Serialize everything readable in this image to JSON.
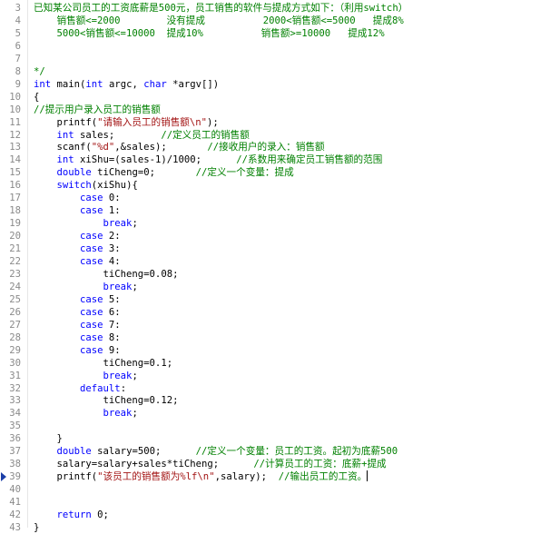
{
  "editor": {
    "colors": {
      "keyword": "#0000ff",
      "comment": "#008000",
      "string": "#a31515",
      "text": "#000000",
      "line_number": "#8a8a8a",
      "breakpoint_marker": "#1c3fa8"
    },
    "current_line": 39,
    "lines": [
      {
        "n": "3",
        "segs": [
          {
            "t": "cm",
            "v": "已知某公司员工的工资底薪是500元，员工销售的软件与提成方式如下：（利用switch）"
          }
        ]
      },
      {
        "n": "4",
        "segs": [
          {
            "t": "cm",
            "v": "    销售额<=2000        没有提成          2000<销售额<=5000   提成8%"
          }
        ]
      },
      {
        "n": "5",
        "segs": [
          {
            "t": "cm",
            "v": "    5000<销售额<=10000  提成10%          销售额>=10000   提成12%"
          }
        ]
      },
      {
        "n": "6",
        "segs": []
      },
      {
        "n": "7",
        "segs": []
      },
      {
        "n": "8",
        "segs": [
          {
            "t": "cm",
            "v": "*/"
          }
        ]
      },
      {
        "n": "9",
        "segs": [
          {
            "t": "kw",
            "v": "int"
          },
          {
            "t": "txt",
            "v": " main("
          },
          {
            "t": "kw",
            "v": "int"
          },
          {
            "t": "txt",
            "v": " argc, "
          },
          {
            "t": "kw",
            "v": "char"
          },
          {
            "t": "txt",
            "v": " *argv[])"
          }
        ]
      },
      {
        "n": "10",
        "segs": [
          {
            "t": "txt",
            "v": "{"
          }
        ]
      },
      {
        "n": "10",
        "segs": [
          {
            "t": "cm",
            "v": "//提示用户录入员工的销售额"
          }
        ]
      },
      {
        "n": "11",
        "segs": [
          {
            "t": "txt",
            "v": "    printf("
          },
          {
            "t": "str",
            "v": "\"请输入员工的销售额\\n\""
          },
          {
            "t": "txt",
            "v": ");"
          }
        ]
      },
      {
        "n": "12",
        "segs": [
          {
            "t": "txt",
            "v": "    "
          },
          {
            "t": "kw",
            "v": "int"
          },
          {
            "t": "txt",
            "v": " sales;        "
          },
          {
            "t": "cm",
            "v": "//定义员工的销售额"
          }
        ]
      },
      {
        "n": "13",
        "segs": [
          {
            "t": "txt",
            "v": "    scanf("
          },
          {
            "t": "str",
            "v": "\"%d\""
          },
          {
            "t": "txt",
            "v": ",&sales);       "
          },
          {
            "t": "cm",
            "v": "//接收用户的录入：销售额"
          }
        ]
      },
      {
        "n": "14",
        "segs": [
          {
            "t": "txt",
            "v": "    "
          },
          {
            "t": "kw",
            "v": "int"
          },
          {
            "t": "txt",
            "v": " xiShu=(sales-1)/1000;      "
          },
          {
            "t": "cm",
            "v": "//系数用来确定员工销售额的范围"
          }
        ]
      },
      {
        "n": "15",
        "segs": [
          {
            "t": "txt",
            "v": "    "
          },
          {
            "t": "kw",
            "v": "double"
          },
          {
            "t": "txt",
            "v": " tiCheng=0;       "
          },
          {
            "t": "cm",
            "v": "//定义一个变量：提成"
          }
        ]
      },
      {
        "n": "16",
        "segs": [
          {
            "t": "txt",
            "v": "    "
          },
          {
            "t": "kw",
            "v": "switch"
          },
          {
            "t": "txt",
            "v": "(xiShu){"
          }
        ]
      },
      {
        "n": "17",
        "segs": [
          {
            "t": "txt",
            "v": "        "
          },
          {
            "t": "kw",
            "v": "case"
          },
          {
            "t": "txt",
            "v": " 0:"
          }
        ]
      },
      {
        "n": "18",
        "segs": [
          {
            "t": "txt",
            "v": "        "
          },
          {
            "t": "kw",
            "v": "case"
          },
          {
            "t": "txt",
            "v": " 1:"
          }
        ]
      },
      {
        "n": "19",
        "segs": [
          {
            "t": "txt",
            "v": "            "
          },
          {
            "t": "kw",
            "v": "break"
          },
          {
            "t": "txt",
            "v": ";"
          }
        ]
      },
      {
        "n": "20",
        "segs": [
          {
            "t": "txt",
            "v": "        "
          },
          {
            "t": "kw",
            "v": "case"
          },
          {
            "t": "txt",
            "v": " 2:"
          }
        ]
      },
      {
        "n": "21",
        "segs": [
          {
            "t": "txt",
            "v": "        "
          },
          {
            "t": "kw",
            "v": "case"
          },
          {
            "t": "txt",
            "v": " 3:"
          }
        ]
      },
      {
        "n": "22",
        "segs": [
          {
            "t": "txt",
            "v": "        "
          },
          {
            "t": "kw",
            "v": "case"
          },
          {
            "t": "txt",
            "v": " 4:"
          }
        ]
      },
      {
        "n": "23",
        "segs": [
          {
            "t": "txt",
            "v": "            tiCheng=0.08;"
          }
        ]
      },
      {
        "n": "24",
        "segs": [
          {
            "t": "txt",
            "v": "            "
          },
          {
            "t": "kw",
            "v": "break"
          },
          {
            "t": "txt",
            "v": ";"
          }
        ]
      },
      {
        "n": "25",
        "segs": [
          {
            "t": "txt",
            "v": "        "
          },
          {
            "t": "kw",
            "v": "case"
          },
          {
            "t": "txt",
            "v": " 5:"
          }
        ]
      },
      {
        "n": "26",
        "segs": [
          {
            "t": "txt",
            "v": "        "
          },
          {
            "t": "kw",
            "v": "case"
          },
          {
            "t": "txt",
            "v": " 6:"
          }
        ]
      },
      {
        "n": "27",
        "segs": [
          {
            "t": "txt",
            "v": "        "
          },
          {
            "t": "kw",
            "v": "case"
          },
          {
            "t": "txt",
            "v": " 7:"
          }
        ]
      },
      {
        "n": "28",
        "segs": [
          {
            "t": "txt",
            "v": "        "
          },
          {
            "t": "kw",
            "v": "case"
          },
          {
            "t": "txt",
            "v": " 8:"
          }
        ]
      },
      {
        "n": "29",
        "segs": [
          {
            "t": "txt",
            "v": "        "
          },
          {
            "t": "kw",
            "v": "case"
          },
          {
            "t": "txt",
            "v": " 9:"
          }
        ]
      },
      {
        "n": "30",
        "segs": [
          {
            "t": "txt",
            "v": "            tiCheng=0.1;"
          }
        ]
      },
      {
        "n": "31",
        "segs": [
          {
            "t": "txt",
            "v": "            "
          },
          {
            "t": "kw",
            "v": "break"
          },
          {
            "t": "txt",
            "v": ";"
          }
        ]
      },
      {
        "n": "32",
        "segs": [
          {
            "t": "txt",
            "v": "        "
          },
          {
            "t": "kw",
            "v": "default"
          },
          {
            "t": "txt",
            "v": ":"
          }
        ]
      },
      {
        "n": "33",
        "segs": [
          {
            "t": "txt",
            "v": "            tiCheng=0.12;"
          }
        ]
      },
      {
        "n": "34",
        "segs": [
          {
            "t": "txt",
            "v": "            "
          },
          {
            "t": "kw",
            "v": "break"
          },
          {
            "t": "txt",
            "v": ";"
          }
        ]
      },
      {
        "n": "35",
        "segs": []
      },
      {
        "n": "36",
        "segs": [
          {
            "t": "txt",
            "v": "    }"
          }
        ]
      },
      {
        "n": "37",
        "segs": [
          {
            "t": "txt",
            "v": "    "
          },
          {
            "t": "kw",
            "v": "double"
          },
          {
            "t": "txt",
            "v": " salary=500;      "
          },
          {
            "t": "cm",
            "v": "//定义一个变量：员工的工资。起初为底薪500"
          }
        ]
      },
      {
        "n": "38",
        "segs": [
          {
            "t": "txt",
            "v": "    salary=salary+sales*tiCheng;      "
          },
          {
            "t": "cm",
            "v": "//计算员工的工资：底薪+提成"
          }
        ]
      },
      {
        "n": "39",
        "segs": [
          {
            "t": "txt",
            "v": "    printf("
          },
          {
            "t": "str",
            "v": "\"该员工的销售额为%lf\\n\""
          },
          {
            "t": "txt",
            "v": ",salary);  "
          },
          {
            "t": "cm",
            "v": "//输出员工的工资。"
          }
        ]
      },
      {
        "n": "40",
        "segs": []
      },
      {
        "n": "41",
        "segs": []
      },
      {
        "n": "42",
        "segs": [
          {
            "t": "txt",
            "v": "    "
          },
          {
            "t": "kw",
            "v": "return"
          },
          {
            "t": "txt",
            "v": " 0;"
          }
        ]
      },
      {
        "n": "43",
        "segs": [
          {
            "t": "txt",
            "v": "}"
          }
        ]
      }
    ]
  }
}
